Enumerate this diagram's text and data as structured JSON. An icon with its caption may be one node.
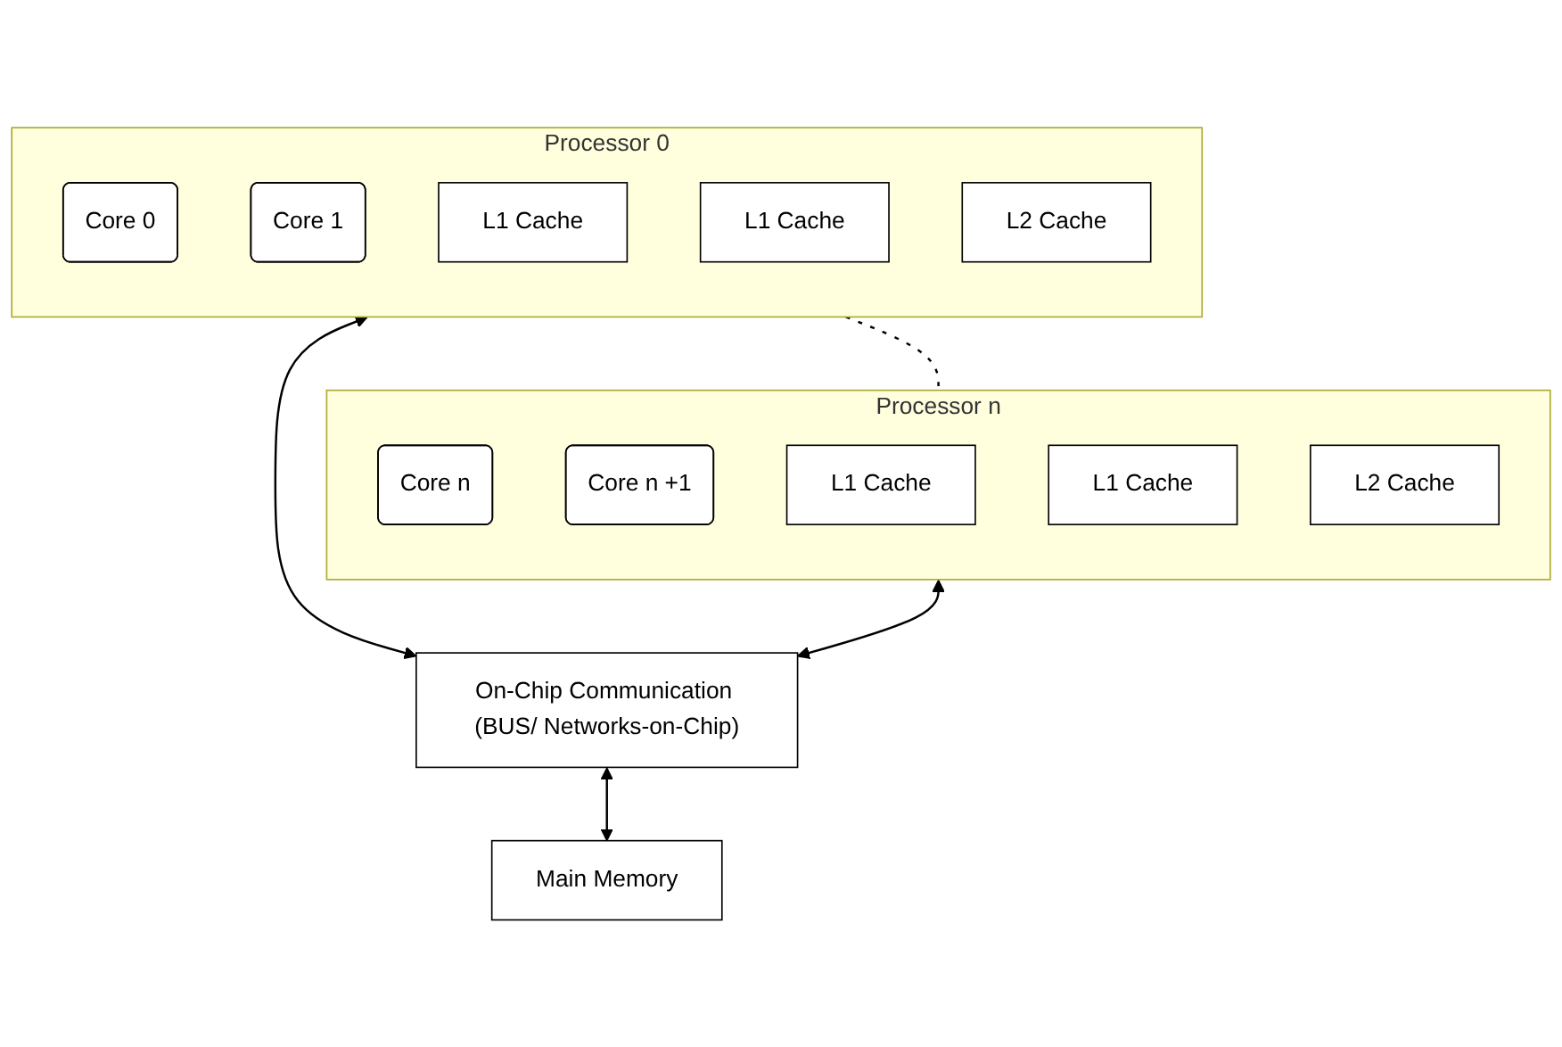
{
  "diagram": {
    "nodes": [
      {
        "text": [
          "Processor 0"
        ]
      },
      {
        "text": [
          "Core 0"
        ],
        "in": 0
      },
      {
        "text": [
          "Core 1"
        ],
        "in": 0
      },
      {
        "text": [
          "L1 Cache"
        ],
        "in": 0
      },
      {
        "text": [
          "L1 Cache"
        ],
        "in": 0
      },
      {
        "text": [
          "L2 Cache"
        ],
        "in": 0
      },
      {
        "text": [
          "Processor n"
        ]
      },
      {
        "text": [
          "Core n"
        ],
        "in": 6
      },
      {
        "text": [
          "Core n +1"
        ],
        "in": 6
      },
      {
        "text": [
          "L1 Cache"
        ],
        "in": 6
      },
      {
        "text": [
          "L1 Cache"
        ],
        "in": 6
      },
      {
        "text": [
          "L2 Cache"
        ],
        "in": 6
      },
      {
        "text": [
          "On-Chip Communication (BUS/ Networks-on-Chip)"
        ]
      },
      {
        "text": [
          "Main Memory"
        ]
      }
    ],
    "edges": [
      {
        "from": 0,
        "to": 6,
        "arrow": "none",
        "style": "dashed"
      },
      {
        "from": 0,
        "to": 12,
        "arrow": "both"
      },
      {
        "from": 6,
        "to": 12,
        "arrow": "both"
      },
      {
        "from": 12,
        "to": 13,
        "arrow": "both"
      }
    ]
  }
}
